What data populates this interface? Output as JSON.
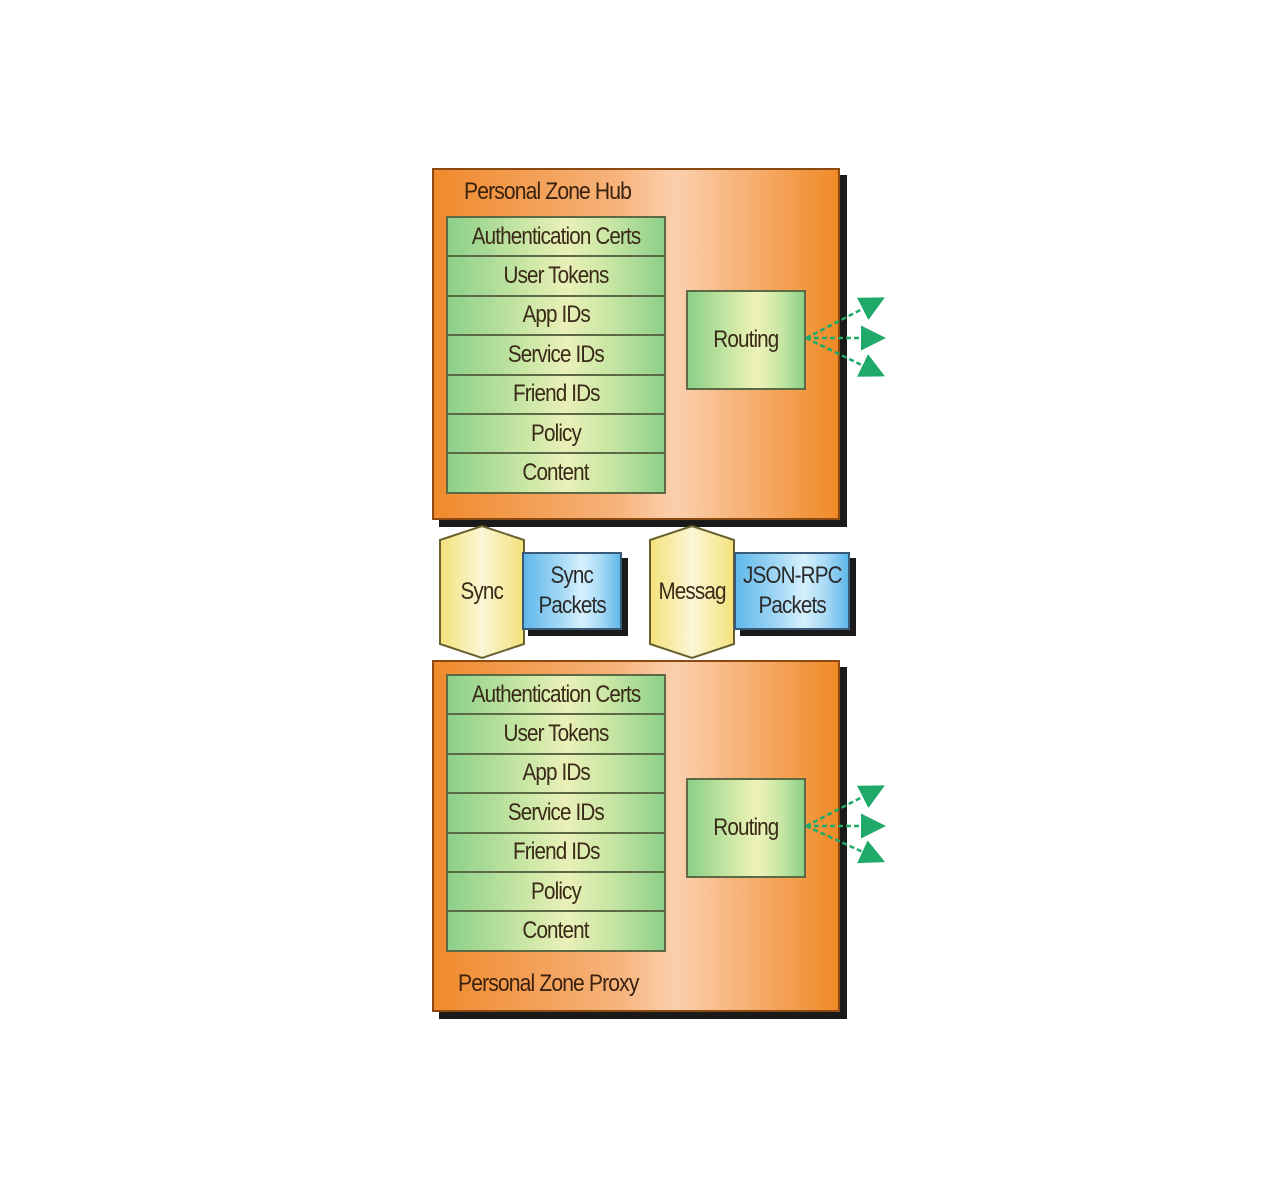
{
  "hub": {
    "title": "Personal Zone Hub",
    "items": [
      "Authentication Certs",
      "User Tokens",
      "App IDs",
      "Service IDs",
      "Friend IDs",
      "Policy",
      "Content"
    ],
    "routing_label": "Routing"
  },
  "proxy": {
    "title": "Personal Zone Proxy",
    "items": [
      "Authentication Certs",
      "User Tokens",
      "App IDs",
      "Service IDs",
      "Friend IDs",
      "Policy",
      "Content"
    ],
    "routing_label": "Routing"
  },
  "channels": {
    "sync": {
      "label": "Sync",
      "packet_line1": "Sync",
      "packet_line2": "Packets"
    },
    "messaging": {
      "label": "Messag",
      "packet_line1": "JSON-RPC",
      "packet_line2": "Packets"
    }
  },
  "colors": {
    "zone_orange": "#f08a2c",
    "cell_green": "#8cd08a",
    "hex_yellow": "#f3e27a",
    "packet_blue": "#5fb8ea",
    "arrow_green": "#1faa6a"
  }
}
